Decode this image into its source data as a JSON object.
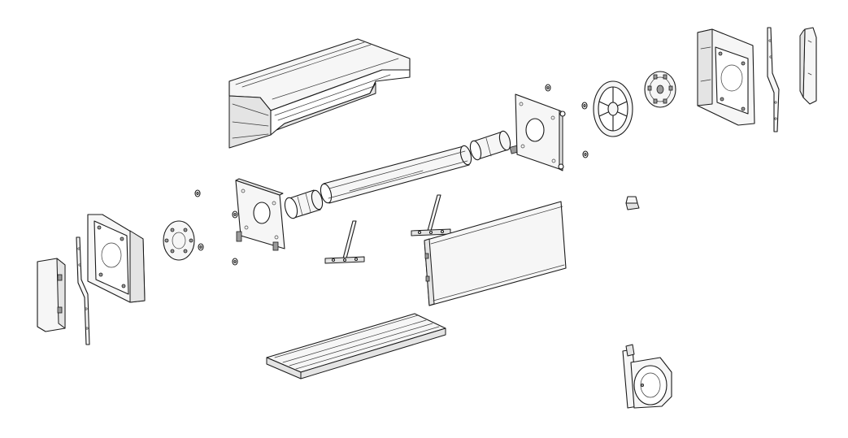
{
  "diagram": {
    "kind": "exploded-assembly-drawing",
    "parts": [
      "top-housing-profile",
      "bottom-slat-profile",
      "winding-tube",
      "tube-adapter-left",
      "tube-adapter-right",
      "end-plate-left",
      "end-plate-right",
      "bearing-disc-left",
      "belt-pulley",
      "gear-disc-right",
      "end-cap-left",
      "end-cap-right",
      "cover-trim-left",
      "cover-trim-right",
      "mounting-strip-left",
      "mounting-strip-right",
      "hanger-spring",
      "curtain-slat-panel",
      "belt-winder",
      "screws",
      "clip"
    ]
  }
}
